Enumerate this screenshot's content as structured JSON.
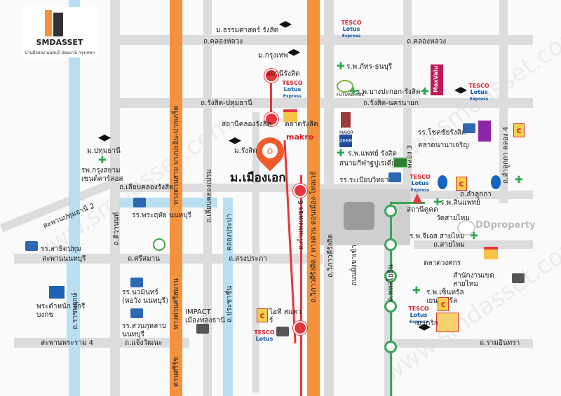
{
  "brand": {
    "name": "SMDASSET",
    "tagline": "บ้านมือสอง นนทบุรี ปทุมธานี กรุงเทพฯ"
  },
  "property": {
    "name": "ม.เมืองเอก",
    "ddproperty": "DDproperty"
  },
  "watermark": "www.smdasset.com",
  "roads_h": {
    "r1": "ถ.คลองหลวง",
    "r1b": "ถ.คลองหลวง",
    "r2": "ถ.รังสิต-ปทุมธานี",
    "r2b": "ถ.รังสิต-นครนายก",
    "r3": "ถ.เลียบคลองรังสิต",
    "r4": "ถ.ลำลูกกา",
    "r5": "ถ.สายไหม",
    "r6": "ถ.ศรีสมาน",
    "r7": "ถ.สรงประภา",
    "r8": "ถ.แจ้งวัฒนะ",
    "r9": "ถ.รามอินทรา",
    "r10": "สะพานนนทบุรี",
    "r11": "สะพานพระราม 4",
    "r12": "สะพานปทุมธานี 2"
  },
  "roads_v": {
    "h1": "ทางด่วนสาย บางปะอิน-ปากเกร็ด",
    "h1b": "ทางด่วนศรีสมาน",
    "h1c": "ด่านศรีรัช",
    "h2": "ถ.วิภาวดีรังสิต / ทางด่วน ดอนเมือง-โทลเวย์",
    "v1": "ถ.ติวานนท์",
    "v2": "ถ.ราชพฤกษ์",
    "v3": "ถ.เลียบคลองเปรม",
    "v4": "คลองประปา",
    "v5": "ถ.ประชาชื่น",
    "v6": "ถ.กำแพงเพชร 6",
    "v7": "ถ.วิภาวดีรังสิต",
    "v8": "ถ.พหลโยธิน",
    "v9": "ถ.ลำลูกกา คลอง 4",
    "v10": "คลอง 3",
    "v11": "ถนนฝั่งขาเข้า"
  },
  "places": {
    "p1": "ม.ธรรมศาสตร์ รังสิต",
    "p2": "ม.กรุงเทพ",
    "p3": "สถานีรังสิต",
    "p4": "ร.พ.ภัทร-ธนบุรี",
    "p5": "ร.พ.บางปะกอก-รังสิต 2",
    "p6": "สถานีคลองรังสิต",
    "p7": "ตลาดรังสิต",
    "p8": "ม.รังสิต",
    "p9": "ม.ปทุมธานี",
    "p10": "รพ.กรุงสยาม เซนต์คาร์ลอส",
    "p11": "รร.โชคชัยรังสิต",
    "p12": "ตลาดนานาเจริญ",
    "p13": "ร.พ.แพทย์ รังสิต",
    "p14": "สนามกีฬาฐปูเรเดียม",
    "p15": "รร.ระเบียบวิทยา",
    "p16": "รร.สาธิตปทุม",
    "p17": "รร.พระฤทัย นนทบุรี",
    "p18": "สถานีคูคต",
    "p19": "ร.พ.สินแพทย์",
    "p20": "วัดสายไหม",
    "p21": "ร.พ.จีเอส สายไหม",
    "p22": "ตลาดวงศกร",
    "p23": "สำนักงานเขต สายไหม",
    "p24": "พระตำหนัก จักรีบงกช",
    "p25": "รร.นวมินทร์ (หอวัง นนทบุรี)",
    "p26": "รร.สวนกุหลาบ นนทบุรี",
    "p27": "IMPACT เมืองทองธานี",
    "p28": "ไอที สแควร์",
    "p29": "ร.พ.เซ็นทรัล เยนเนอรัล",
    "p30": "ม.เกริก",
    "tesco": "TESCO",
    "lotus": "Lotus",
    "express": "Express",
    "makro": "makro",
    "maxvalu": "MaxValu",
    "future": "FUTUREPARK",
    "zeer": "ZEER",
    "major": "MAJOR"
  },
  "colors": {
    "expressway": "#f5923e",
    "canal": "#b9dff1",
    "road": "#dcdcdc",
    "redline": "#e8353d",
    "greenline": "#3aa655",
    "pin": "#f15a29"
  }
}
